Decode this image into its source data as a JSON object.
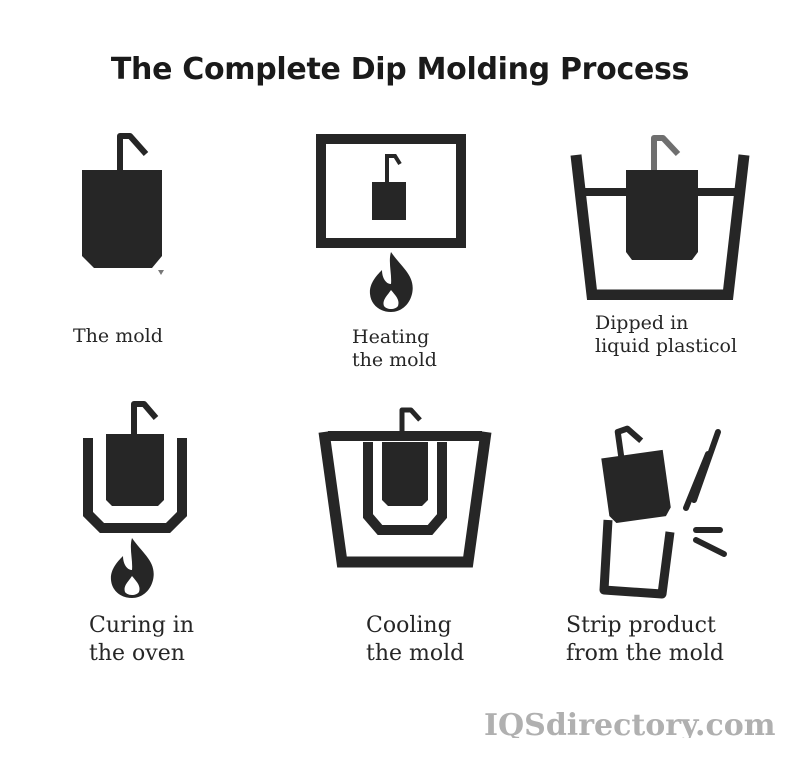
{
  "title": "The Complete Dip Molding Process",
  "steps": [
    {
      "label": "The mold",
      "icon": "mold-icon"
    },
    {
      "label": "Heating\nthe mold",
      "icon": "heating-oven-icon"
    },
    {
      "label": "Dipped in\nliquid plasticol",
      "icon": "dip-tank-icon"
    },
    {
      "label": "Curing in\nthe oven",
      "icon": "curing-oven-icon"
    },
    {
      "label": "Cooling\nthe mold",
      "icon": "cooling-tank-icon"
    },
    {
      "label": "Strip product\nfrom the mold",
      "icon": "strip-product-icon"
    }
  ],
  "watermark": "IQSdirectory.com",
  "colors": {
    "ink": "#262626",
    "hook_light": "#6f6f6f",
    "watermark": "#b0b0b0"
  }
}
